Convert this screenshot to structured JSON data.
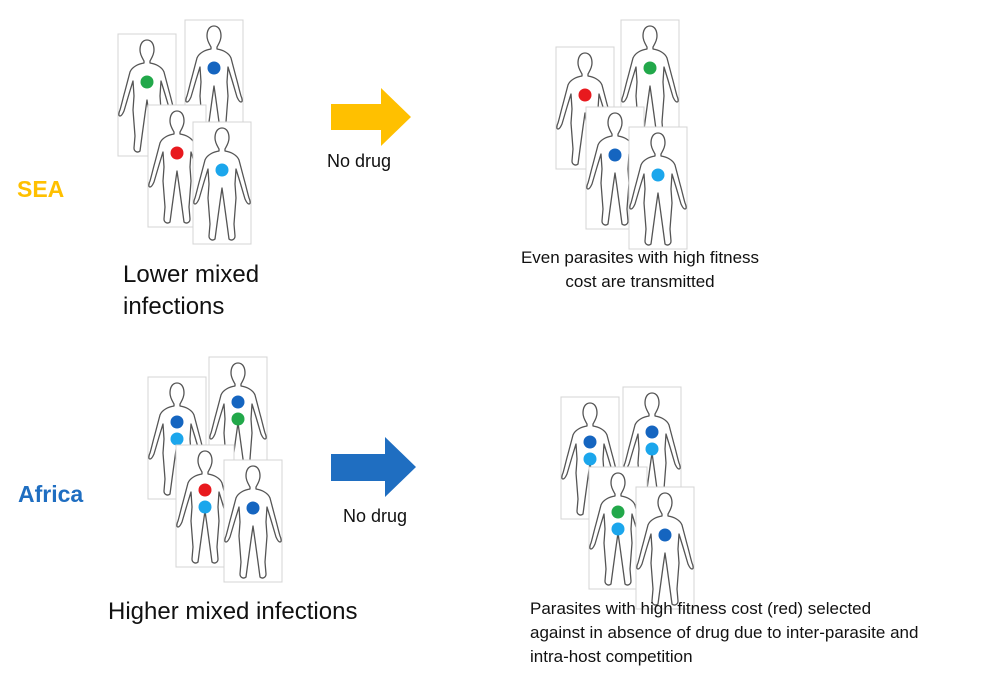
{
  "rows": {
    "sea": {
      "region": "SEA",
      "region_color": "#FFC000",
      "arrow_color": "#FFC000",
      "arrow_label": "No drug",
      "left_caption_line1": "Lower mixed",
      "left_caption_line2": "infections",
      "right_caption_line1": "Even parasites with high fitness",
      "right_caption_line2": "cost are transmitted"
    },
    "africa": {
      "region": "Africa",
      "region_color": "#1F6EC1",
      "arrow_color": "#1F6EC1",
      "arrow_label": "No drug",
      "left_caption": "Higher mixed infections",
      "right_caption_line1": "Parasites with high fitness cost (red) selected",
      "right_caption_line2": "against in absence of drug due to inter-parasite and",
      "right_caption_line3": "intra-host competition"
    }
  },
  "parasite_colors": {
    "green": "#22A84A",
    "dark_blue": "#1565C0",
    "red": "#E8191E",
    "light_blue": "#1BA6EC"
  },
  "groups": {
    "sea_before": [
      [
        "green"
      ],
      [
        "dark_blue"
      ],
      [
        "red"
      ],
      [
        "light_blue"
      ]
    ],
    "sea_after": [
      [
        "red"
      ],
      [
        "green"
      ],
      [
        "dark_blue"
      ],
      [
        "light_blue"
      ]
    ],
    "africa_before": [
      [
        "dark_blue",
        "light_blue"
      ],
      [
        "dark_blue",
        "green"
      ],
      [
        "red",
        "light_blue"
      ],
      [
        "dark_blue"
      ]
    ],
    "africa_after": [
      [
        "dark_blue",
        "light_blue"
      ],
      [
        "dark_blue",
        "light_blue"
      ],
      [
        "green",
        "light_blue"
      ],
      [
        "dark_blue"
      ]
    ]
  }
}
